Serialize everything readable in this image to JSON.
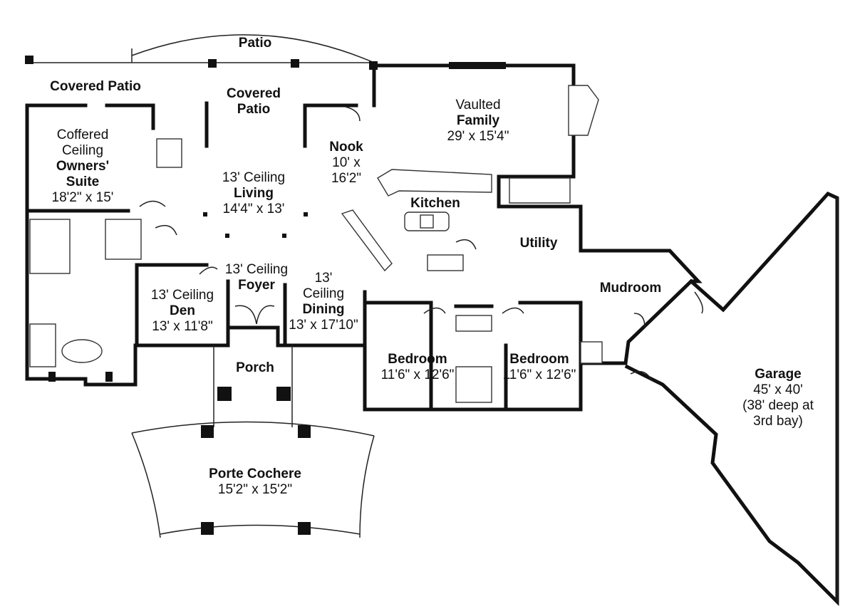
{
  "rooms": {
    "patio": {
      "name": "Patio"
    },
    "covered_patio_left": {
      "name": "Covered Patio"
    },
    "covered_patio_center": {
      "line1": "Covered",
      "line2": "Patio"
    },
    "owners_suite": {
      "note1": "Coffered",
      "note2": "Ceiling",
      "name1": "Owners'",
      "name2": "Suite",
      "dims": "18'2\" x 15'"
    },
    "living": {
      "note": "13' Ceiling",
      "name": "Living",
      "dims": "14'4\" x 13'"
    },
    "nook": {
      "name": "Nook",
      "dims1": "10' x",
      "dims2": "16'2\""
    },
    "family": {
      "note": "Vaulted",
      "name": "Family",
      "dims": "29' x 15'4\""
    },
    "kitchen": {
      "name": "Kitchen"
    },
    "utility": {
      "name": "Utility"
    },
    "mudroom": {
      "name": "Mudroom"
    },
    "foyer": {
      "note": "13' Ceiling",
      "name": "Foyer"
    },
    "den": {
      "note": "13' Ceiling",
      "name": "Den",
      "dims": "13' x 11'8\""
    },
    "dining": {
      "note1": "13'",
      "note2": "Ceiling",
      "name": "Dining",
      "dims": "13' x 17'10\""
    },
    "bedroom_left": {
      "name": "Bedroom",
      "dims": "11'6\" x 12'6\""
    },
    "bedroom_right": {
      "name": "Bedroom",
      "dims": "11'6\" x 12'6\""
    },
    "porch": {
      "name": "Porch"
    },
    "porte_cochere": {
      "name": "Porte Cochere",
      "dims": "15'2\" x 15'2\""
    },
    "garage": {
      "name": "Garage",
      "dims": "45' x 40'",
      "note1": "(38' deep at",
      "note2": "3rd bay)"
    }
  }
}
